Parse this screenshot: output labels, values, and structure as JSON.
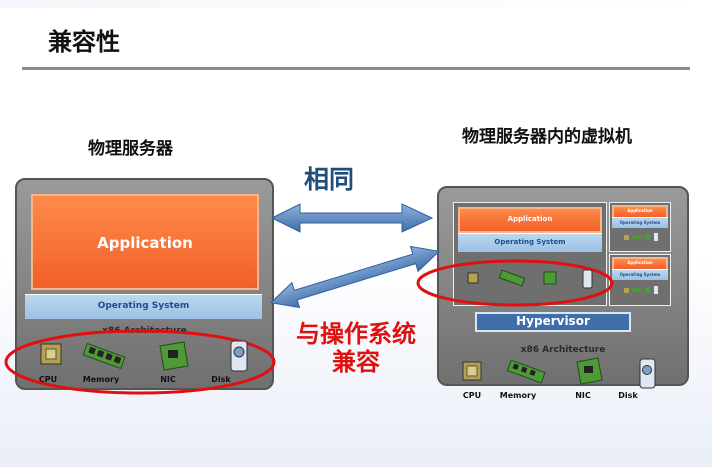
{
  "slide": {
    "title": "兼容性",
    "left_label": "物理服务器",
    "right_label": "物理服务器内的虚拟机",
    "same_label": "相同",
    "compat_line1": "与操作系统",
    "compat_line2": "兼容"
  },
  "physical_server": {
    "application": "Application",
    "operating_system": "Operating System",
    "architecture": "x86 Architecture",
    "hardware": [
      "CPU",
      "Memory",
      "NIC",
      "Disk"
    ]
  },
  "virtual_server": {
    "application": "Application",
    "operating_system": "Operating System",
    "small_vm_application": "Application",
    "small_vm_os": "Operating System",
    "hypervisor": "Hypervisor",
    "architecture": "x86 Architecture",
    "hardware": [
      "CPU",
      "Memory",
      "NIC",
      "Disk"
    ]
  },
  "colors": {
    "arrow": "#4a7ebb",
    "highlight_ellipse": "#e01010",
    "application": "#f0602a",
    "operating_system": "#9cc1e4",
    "hypervisor": "#3f6ea8"
  }
}
